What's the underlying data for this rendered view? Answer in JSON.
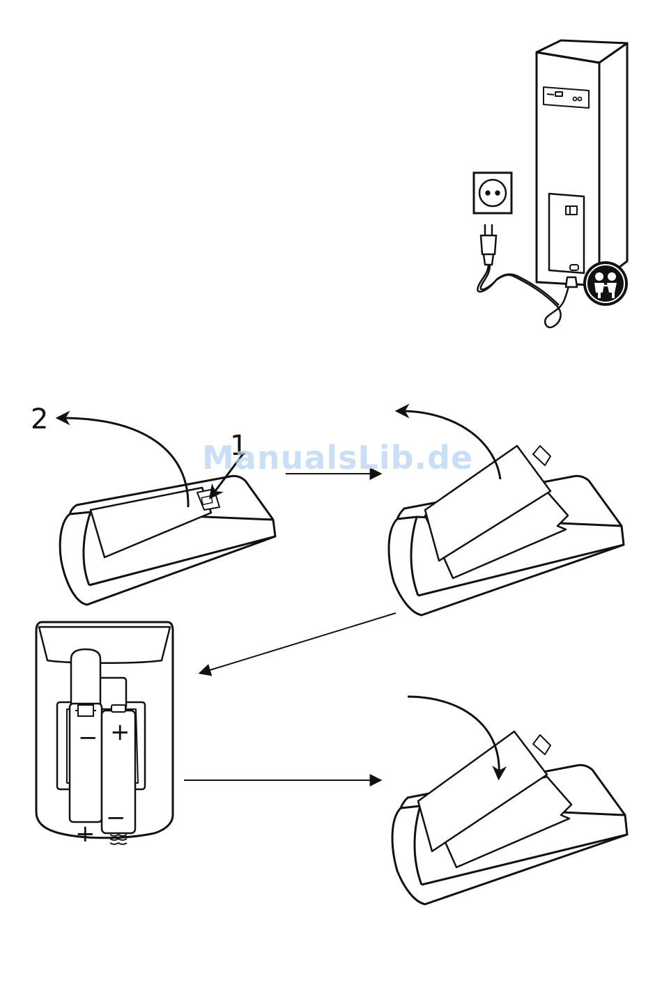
{
  "labels": {
    "step_one": "1",
    "step_two": "2"
  },
  "battery": {
    "plus_symbol": "+",
    "minus_symbol": "−"
  },
  "watermark": "ManualsLib.de",
  "icons": [
    "speaker-tower-icon",
    "wall-socket-icon",
    "power-plug-icon",
    "child-safety-icon",
    "remote-control-icon",
    "battery-icon",
    "arrow-icon"
  ],
  "colors": {
    "line": "#111111",
    "watermark": "#b9d3f2",
    "background": "#ffffff"
  }
}
